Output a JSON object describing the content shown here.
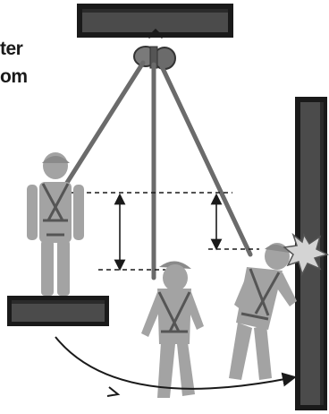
{
  "caption_fragments": [
    "ter",
    "om"
  ],
  "colors": {
    "beam": "#4b4b4b",
    "beam_edge": "#1a1a1a",
    "figure": "#a3a3a3",
    "harness": "#555555",
    "rope": "#6b6b6b",
    "impact": "#d4d4d4"
  },
  "icons": [
    "anchor-beam",
    "pulley",
    "worker-figure",
    "impact-burst",
    "swing-arrow"
  ]
}
